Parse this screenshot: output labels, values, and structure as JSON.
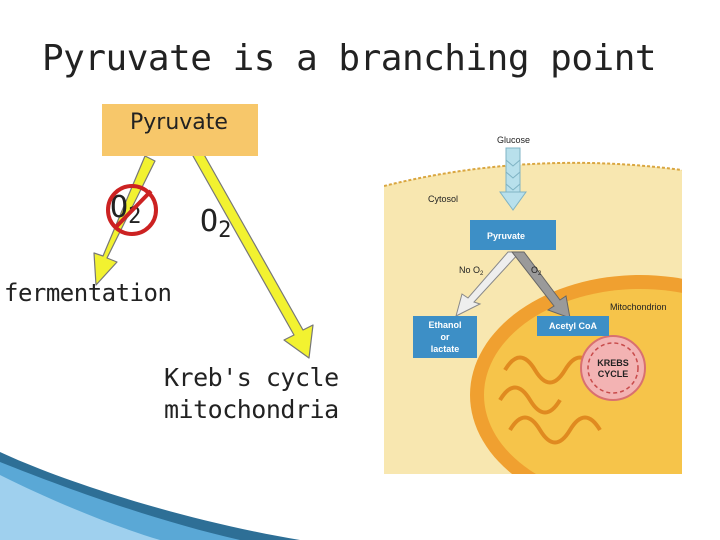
{
  "title": "Pyruvate is a branching point",
  "left": {
    "pyruvate_label": "Pyruvate",
    "o2_crossed": "O",
    "o2_crossed_sub": "2",
    "o2": "O",
    "o2_sub": "2",
    "fermentation": "fermentation",
    "kreb_line1": "Kreb's cycle",
    "kreb_line2": "mitochondria"
  },
  "figure": {
    "glucose": "Glucose",
    "cytosol": "Cytosol",
    "pyruvate": "Pyruvate",
    "no_o2": "No O",
    "o2": "O",
    "sub2": "2",
    "mitochondrion": "Mitochondrion",
    "ethanol_1": "Ethanol",
    "ethanol_2": "or",
    "ethanol_3": "lactate",
    "acetyl": "Acetyl CoA",
    "krebs_1": "KREBS",
    "krebs_2": "CYCLE"
  },
  "colors": {
    "pyruvate_box": "#f7c76a",
    "arrow_yellow": "#f2f230",
    "cross_red": "#cc2222",
    "cytosol": "#f8e7b0",
    "mito_outer": "#f0a030",
    "mito_inner": "#f6c44a",
    "figure_blue": "#3d8fc6",
    "krebs_pink": "#f3b3b3"
  }
}
